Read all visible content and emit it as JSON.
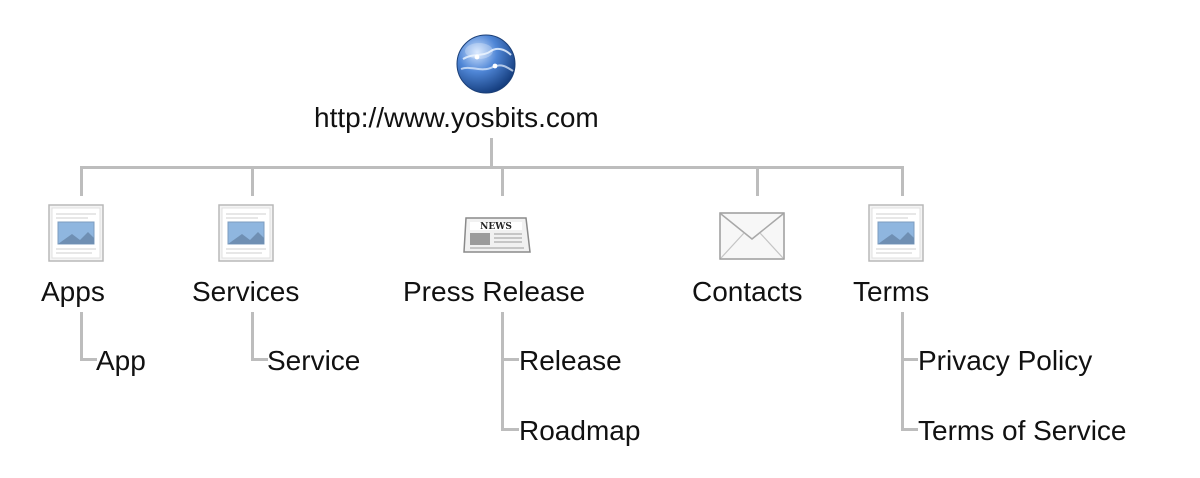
{
  "root": {
    "label": "http://www.yosbits.com",
    "icon": "globe-icon"
  },
  "sections": [
    {
      "label": "Apps",
      "icon": "document-icon",
      "children": [
        "App"
      ]
    },
    {
      "label": "Services",
      "icon": "document-icon",
      "children": [
        "Service"
      ]
    },
    {
      "label": "Press Release",
      "icon": "newspaper-icon",
      "icon_text": "NEWS",
      "children": [
        "Release",
        "Roadmap"
      ]
    },
    {
      "label": "Contacts",
      "icon": "envelope-icon",
      "children": []
    },
    {
      "label": "Terms",
      "icon": "document-icon",
      "children": [
        "Privacy Policy",
        "Terms of Service"
      ]
    }
  ],
  "colors": {
    "connector": "#bdbdbd",
    "globe": "#2a5fb0",
    "text": "#111111"
  }
}
